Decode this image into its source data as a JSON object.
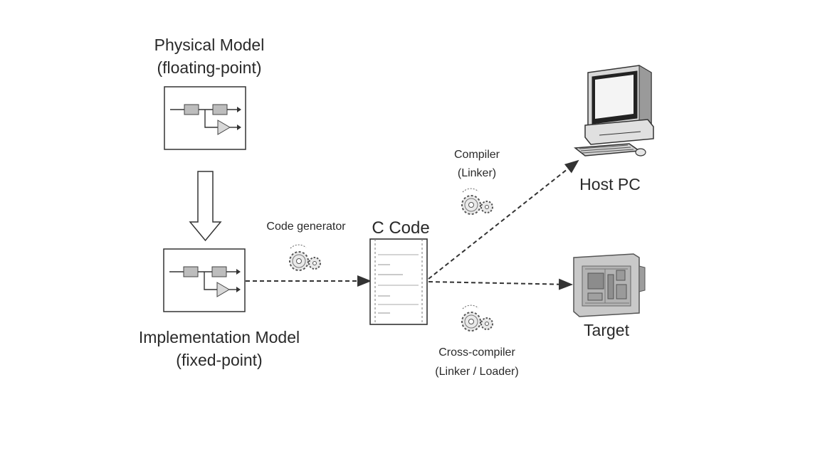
{
  "physical_model": {
    "title": "Physical Model",
    "subtitle": "(floating-point)"
  },
  "implementation_model": {
    "title": "Implementation Model",
    "subtitle": "(fixed-point)"
  },
  "code_generator": {
    "label": "Code generator",
    "icon": "gears-icon"
  },
  "c_code": {
    "title": "C Code",
    "icon": "document-icon"
  },
  "compiler": {
    "label": "Compiler",
    "sublabel": "(Linker)",
    "icon": "gears-icon"
  },
  "cross_compiler": {
    "label": "Cross-compiler",
    "sublabel": "(Linker / Loader)",
    "icon": "gears-icon"
  },
  "host_pc": {
    "label": "Host PC",
    "icon": "computer-icon"
  },
  "target": {
    "label": "Target",
    "icon": "circuit-board-icon"
  }
}
